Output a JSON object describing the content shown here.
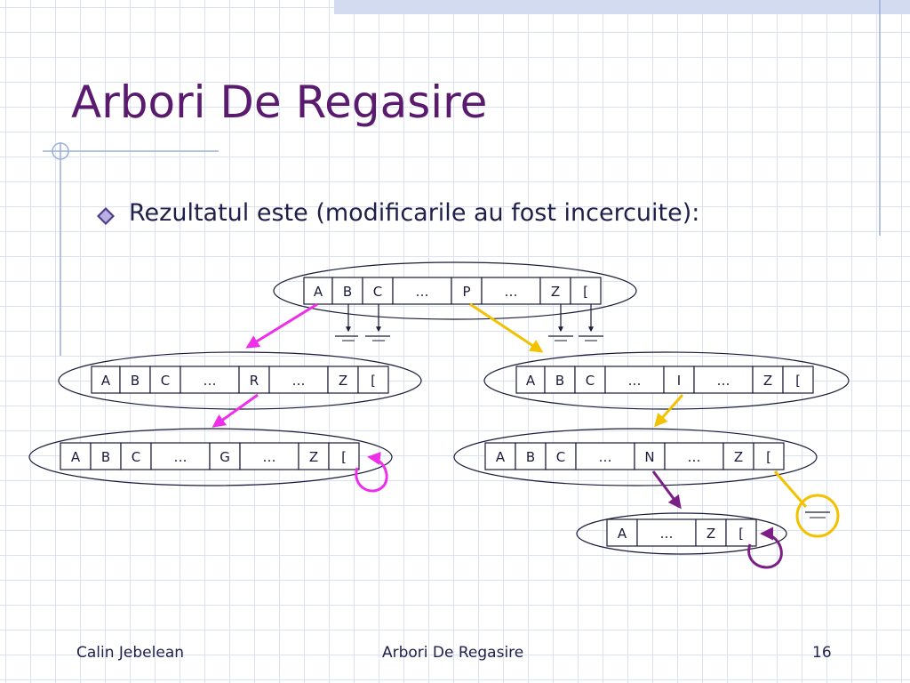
{
  "slide": {
    "title": "Arbori De Regasire",
    "bullet": "Rezultatul este (modificarile au fost incercuite):",
    "footer_left": "Calin Jebelean",
    "footer_center": "Arbori De Regasire",
    "page_number": "16"
  },
  "diagram": {
    "nodes": [
      {
        "id": "root",
        "cells": [
          "A",
          "B",
          "C",
          "…",
          "P",
          "…",
          "Z",
          "["
        ]
      },
      {
        "id": "node-r",
        "cells": [
          "A",
          "B",
          "C",
          "…",
          "R",
          "…",
          "Z",
          "["
        ]
      },
      {
        "id": "node-i",
        "cells": [
          "A",
          "B",
          "C",
          "…",
          "I",
          "…",
          "Z",
          "["
        ]
      },
      {
        "id": "node-g",
        "cells": [
          "A",
          "B",
          "C",
          "…",
          "G",
          "…",
          "Z",
          "["
        ]
      },
      {
        "id": "node-n",
        "cells": [
          "A",
          "B",
          "C",
          "…",
          "N",
          "…",
          "Z",
          "["
        ]
      },
      {
        "id": "node-leaf",
        "cells": [
          "A",
          "…",
          "Z",
          "["
        ]
      }
    ],
    "colors": {
      "magenta": "#ee2ee8",
      "yellow": "#f2c200",
      "purple": "#7b1f86",
      "box": "#1a1a3a"
    }
  }
}
